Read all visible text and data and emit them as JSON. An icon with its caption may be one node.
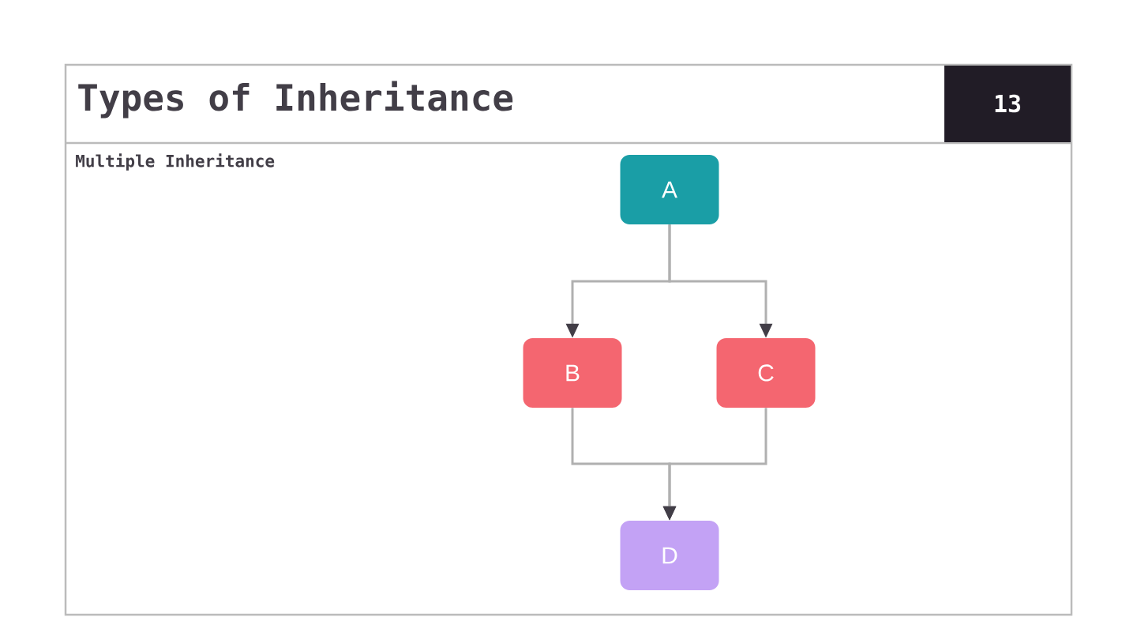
{
  "diagram": {
    "title": "Types of Inheritance",
    "nodes": [
      {
        "text": [
          "A"
        ]
      },
      {
        "text": [
          "B"
        ]
      },
      {
        "text": [
          "C"
        ]
      },
      {
        "text": [
          "D"
        ]
      }
    ],
    "edges": [
      {
        "from": 0,
        "to": 1,
        "arrow": "to"
      },
      {
        "from": 0,
        "to": 2,
        "arrow": "to"
      },
      {
        "from": 1,
        "to": 3,
        "arrow": "to"
      },
      {
        "from": 2,
        "to": 3,
        "arrow": "to"
      }
    ],
    "labels": [
      "13",
      "Multiple Inheritance"
    ]
  }
}
